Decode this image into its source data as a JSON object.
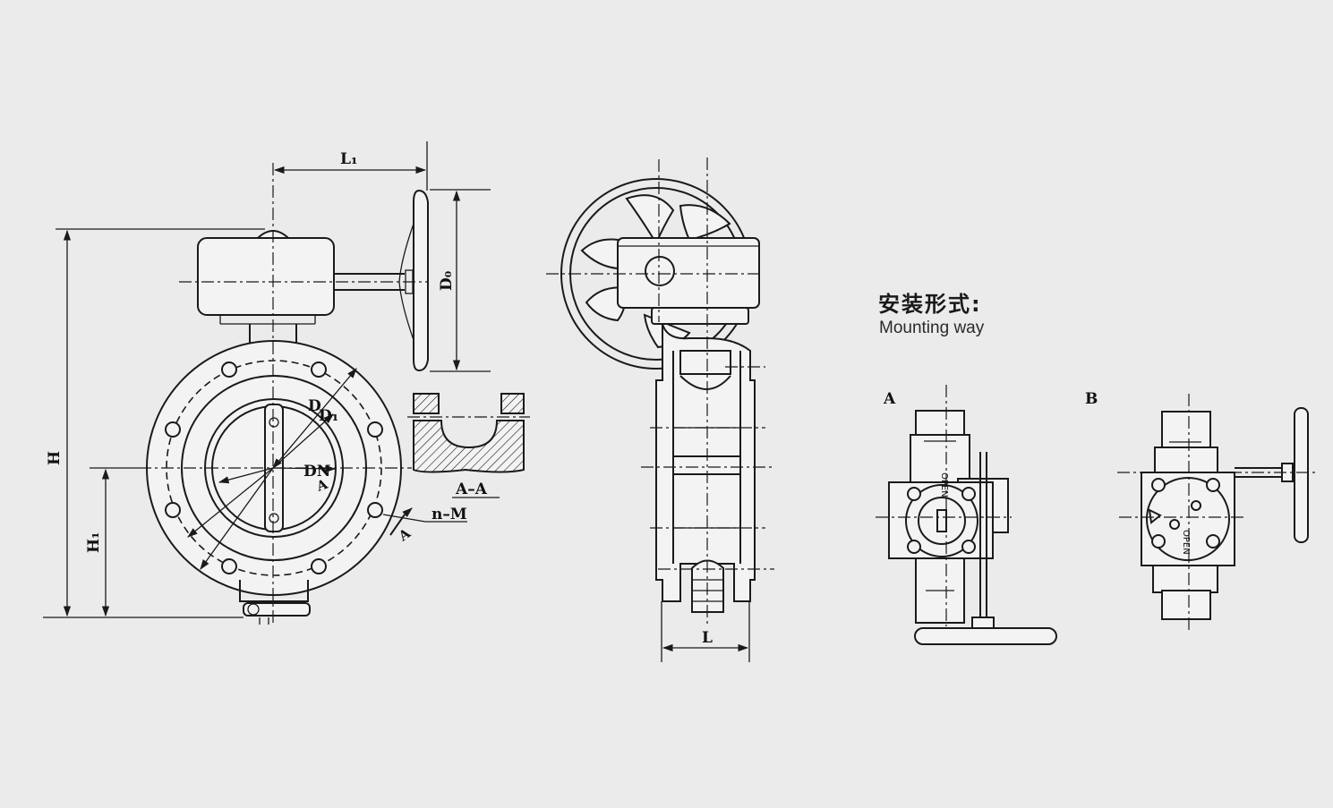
{
  "labels": {
    "L1": "L₁",
    "D0": "D₀",
    "H": "H",
    "H1": "H₁",
    "D": "D",
    "D1": "D₁",
    "DN": "DN",
    "A": "A",
    "nM": "n–M",
    "AA": "A–A",
    "L": "L"
  },
  "mounting": {
    "title_zh": "安装形式:",
    "title_en": "Mounting way",
    "option_a": "A",
    "option_b": "B",
    "open_text": "OPEN"
  },
  "colors": {
    "background": "#ebebeb",
    "line": "#1a1a1a"
  }
}
